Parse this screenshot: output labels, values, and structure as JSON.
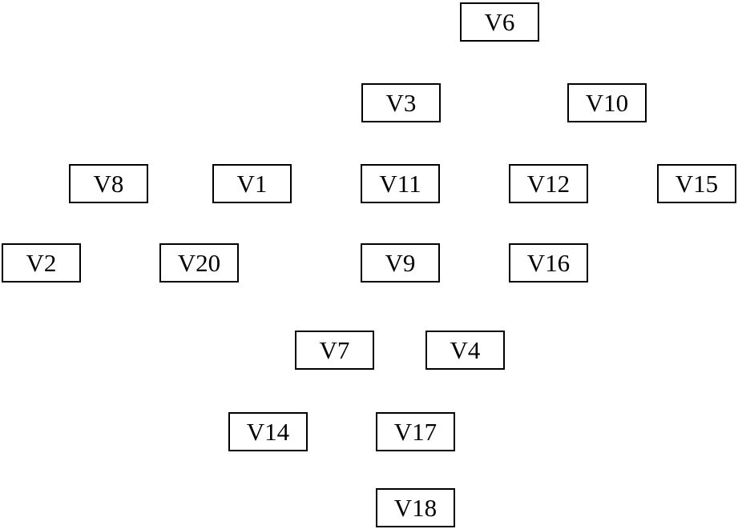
{
  "nodes": [
    {
      "id": "V6",
      "label": "V6"
    },
    {
      "id": "V3",
      "label": "V3"
    },
    {
      "id": "V10",
      "label": "V10"
    },
    {
      "id": "V8",
      "label": "V8"
    },
    {
      "id": "V1",
      "label": "V1"
    },
    {
      "id": "V11",
      "label": "V11"
    },
    {
      "id": "V12",
      "label": "V12"
    },
    {
      "id": "V15",
      "label": "V15"
    },
    {
      "id": "V2",
      "label": "V2"
    },
    {
      "id": "V20",
      "label": "V20"
    },
    {
      "id": "V9",
      "label": "V9"
    },
    {
      "id": "V16",
      "label": "V16"
    },
    {
      "id": "V7",
      "label": "V7"
    },
    {
      "id": "V4",
      "label": "V4"
    },
    {
      "id": "V14",
      "label": "V14"
    },
    {
      "id": "V17",
      "label": "V17"
    },
    {
      "id": "V18",
      "label": "V18"
    }
  ]
}
